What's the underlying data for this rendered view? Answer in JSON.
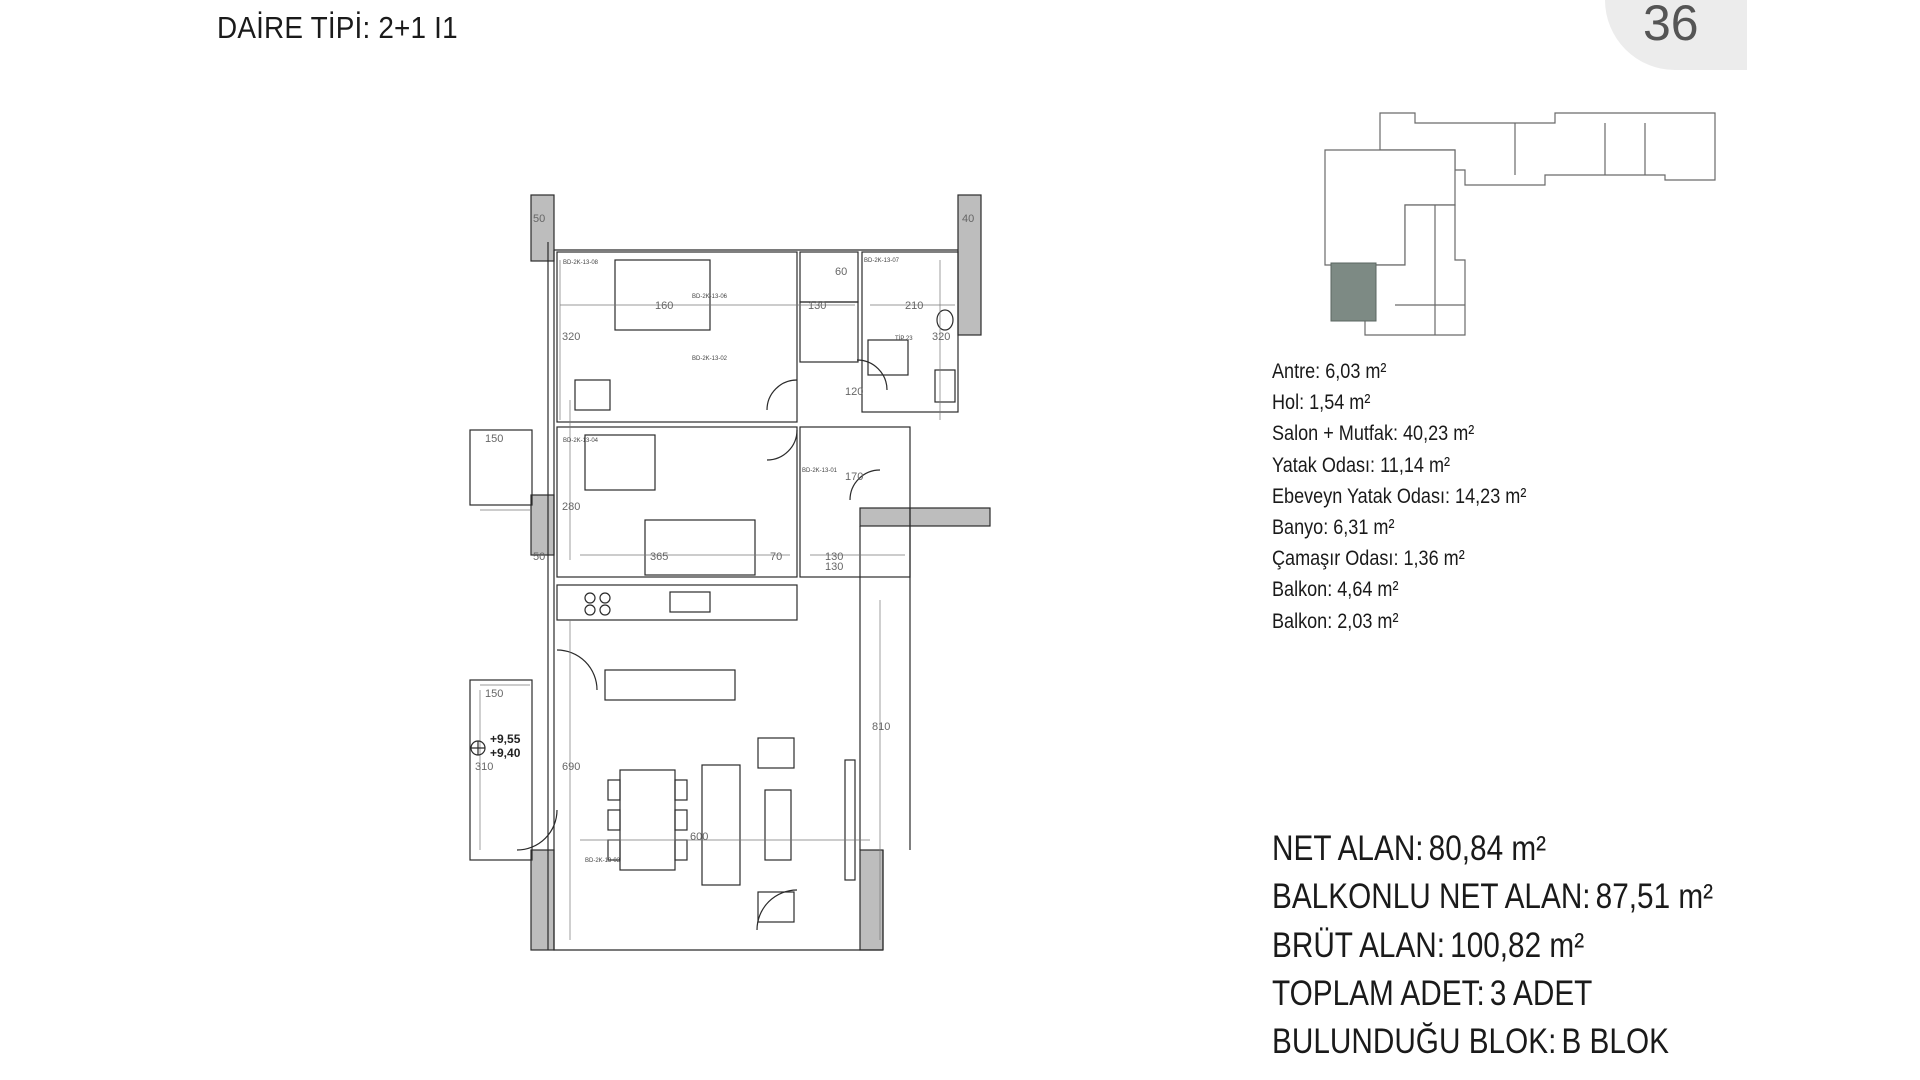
{
  "header": {
    "title_label": "DAİRE TİPİ:",
    "title_value": "2+1 I1",
    "page_number": "36"
  },
  "plan": {
    "dimensions": [
      "50",
      "40",
      "160",
      "130",
      "60",
      "210",
      "320",
      "320",
      "150",
      "50",
      "130",
      "120",
      "170",
      "280",
      "365",
      "70",
      "130",
      "150",
      "310",
      "690",
      "600",
      "810"
    ],
    "elevations": [
      "+9,55",
      "+9,40"
    ],
    "room_tags": [
      "BD-2K-13-08",
      "BD-2K-13-06",
      "BD-2K-13-02",
      "BD-2K-13-07",
      "BD-2K-13-04",
      "BD-2K-13-01",
      "BD-2K-13-03"
    ],
    "shaft_label": "TİP 23"
  },
  "rooms": [
    {
      "name": "Antre",
      "area": "6,03 m²"
    },
    {
      "name": "Hol",
      "area": "1,54 m²"
    },
    {
      "name": "Salon + Mutfak",
      "area": "40,23 m²"
    },
    {
      "name": "Yatak Odası",
      "area": "11,14 m²"
    },
    {
      "name": "Ebeveyn Yatak Odası",
      "area": "14,23 m²"
    },
    {
      "name": "Banyo",
      "area": "6,31 m²"
    },
    {
      "name": "Çamaşır Odası",
      "area": "1,36 m²"
    },
    {
      "name": "Balkon",
      "area": "4,64 m²"
    },
    {
      "name": "Balkon",
      "area": "2,03 m²"
    }
  ],
  "summary": {
    "net_label": "NET ALAN:",
    "net_value": "80,84 m²",
    "balcony_net_label": "BALKONLU NET ALAN:",
    "balcony_net_value": "87,51 m²",
    "gross_label": "BRÜT ALAN:",
    "gross_value": "100,82 m²",
    "count_label": "TOPLAM ADET:",
    "count_value": "3 ADET",
    "block_label": "BULUNDUĞU BLOK:",
    "block_value": "B BLOK"
  },
  "colors": {
    "wall_fill": "#bdbdbd",
    "line": "#2b2b2b",
    "highlight": "#7d8a84",
    "badge": "#ececec"
  }
}
